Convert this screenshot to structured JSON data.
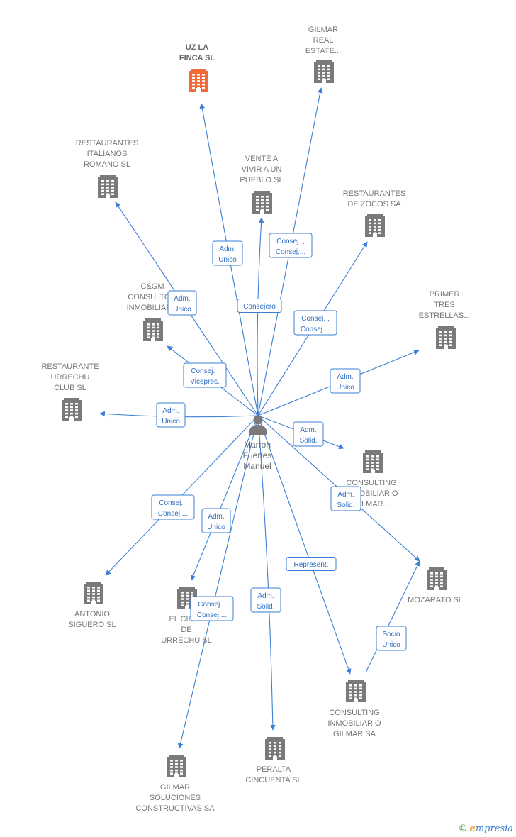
{
  "colors": {
    "edge": "#3a7fd5",
    "building": "#7a7a7a",
    "building_highlight": "#f26a3a",
    "person": "#7a7a7a"
  },
  "center": {
    "name_lines": [
      "Marron",
      "Fuertes",
      "Manuel"
    ],
    "icon": "person-icon"
  },
  "nodes": [
    {
      "id": "uz-la-finca",
      "lines": [
        "UZ LA",
        "FINCA  SL"
      ],
      "highlight": true
    },
    {
      "id": "gilmar-real-estate",
      "lines": [
        "GILMAR",
        "REAL",
        "ESTATE..."
      ]
    },
    {
      "id": "restaurantes-italianos-romano",
      "lines": [
        "RESTAURANTES",
        "ITALIANOS",
        "ROMANO  SL"
      ]
    },
    {
      "id": "vente-a-vivir",
      "lines": [
        "VENTE A",
        "VIVIR A UN",
        "PUEBLO  SL"
      ]
    },
    {
      "id": "restaurantes-de-zocos",
      "lines": [
        "RESTAURANTES",
        "DE ZOCOS SA"
      ]
    },
    {
      "id": "cgm-consultores",
      "lines": [
        "C&GM",
        "CONSULTO...",
        "INMOBILIAR..."
      ]
    },
    {
      "id": "primer-tres-estrellas",
      "lines": [
        "PRIMER",
        "TRES",
        "ESTRELLAS..."
      ]
    },
    {
      "id": "restaurante-urrechu",
      "lines": [
        "RESTAURANTE",
        "URRECHU",
        "CLUB  SL"
      ]
    },
    {
      "id": "consulting-gilmar-2",
      "lines": [
        "CONSULTING",
        "INMOBILIARIO",
        "GILMAR..."
      ]
    },
    {
      "id": "mozarato",
      "lines": [
        "MOZARATO  SL"
      ]
    },
    {
      "id": "antonio-siguero",
      "lines": [
        "ANTONIO",
        "SIGUERO  SL"
      ]
    },
    {
      "id": "el-cielo-urrechu",
      "lines": [
        "EL CIELO",
        "DE",
        "URRECHU SL"
      ]
    },
    {
      "id": "consulting-gilmar-sa",
      "lines": [
        "CONSULTING",
        "INMOBILIARIO",
        "GILMAR SA"
      ]
    },
    {
      "id": "peralta-cincuenta",
      "lines": [
        "PERALTA",
        "CINCUENTA  SL"
      ]
    },
    {
      "id": "gilmar-soluciones",
      "lines": [
        "GILMAR",
        "SOLUCIONES",
        "CONSTRUCTIVAS SA"
      ]
    }
  ],
  "edges": [
    {
      "to": "uz-la-finca",
      "label": [
        "Adm.",
        "Unico"
      ]
    },
    {
      "to": "gilmar-real-estate",
      "label": [
        "Consej. ,",
        "Consej...."
      ]
    },
    {
      "to": "restaurantes-italianos-romano",
      "label": [
        "Adm.",
        "Unico"
      ]
    },
    {
      "to": "vente-a-vivir",
      "label": [
        "Consejero"
      ]
    },
    {
      "to": "restaurantes-de-zocos",
      "label": [
        "Consej. ,",
        "Consej...."
      ]
    },
    {
      "to": "cgm-consultores",
      "label": [
        "Consej. ,",
        "Vicepres."
      ]
    },
    {
      "to": "primer-tres-estrellas",
      "label": [
        "Adm.",
        "Unico"
      ]
    },
    {
      "to": "restaurante-urrechu",
      "label": [
        "Adm.",
        "Unico"
      ]
    },
    {
      "to": "consulting-gilmar-2",
      "label": [
        "Adm.",
        "Solid."
      ]
    },
    {
      "to": "mozarato",
      "label": [
        "Adm.",
        "Solid."
      ]
    },
    {
      "to": "antonio-siguero",
      "label": [
        "Consej. ,",
        "Consej...."
      ]
    },
    {
      "to": "el-cielo-urrechu",
      "label": [
        "Adm.",
        "Unico"
      ]
    },
    {
      "to": "consulting-gilmar-sa",
      "label": [
        "Represent."
      ]
    },
    {
      "to": "peralta-cincuenta",
      "label": [
        "Adm.",
        "Solid."
      ]
    },
    {
      "to": "gilmar-soluciones",
      "label": [
        "Consej. ,",
        "Consej...."
      ]
    },
    {
      "from": "consulting-gilmar-sa",
      "to": "mozarato",
      "label": [
        "Socio",
        "Único"
      ]
    }
  ],
  "brand": {
    "copyright": "©",
    "initial": "e",
    "rest": "mpresia"
  }
}
